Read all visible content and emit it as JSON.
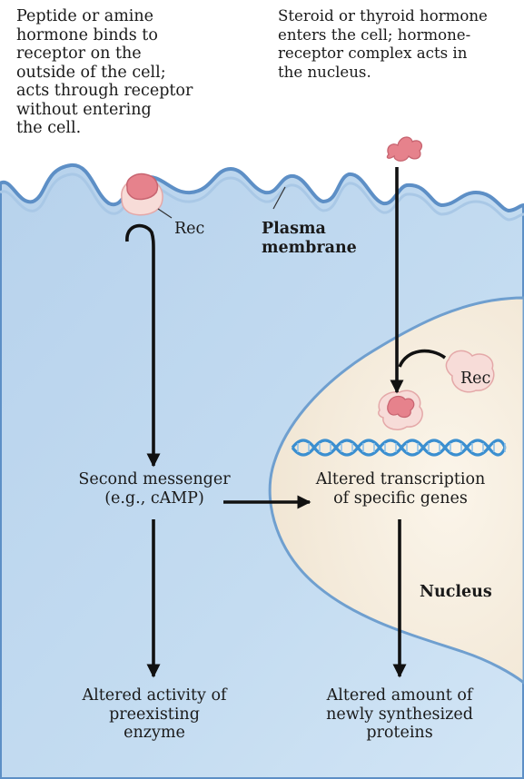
{
  "top_left_caption": [
    "Peptide or amine",
    "hormone binds to",
    "receptor on the",
    "outside of the cell;",
    "acts through receptor",
    "without entering",
    "the cell."
  ],
  "top_right_caption": [
    "Steroid or thyroid hormone",
    "enters the cell; hormone-",
    "receptor complex acts in",
    "the nucleus."
  ],
  "receptor_label_left": "Rec",
  "receptor_label_right": "Rec",
  "plasma_membrane_label": [
    "Plasma",
    "membrane"
  ],
  "nucleus_label": "Nucleus",
  "second_messenger": [
    "Second messenger",
    "(e.g., cAMP)"
  ],
  "altered_transcription": [
    "Altered transcription",
    "of specific genes"
  ],
  "altered_activity": [
    "Altered activity of",
    "preexisting",
    "enzyme"
  ],
  "altered_amount": [
    "Altered amount of",
    "newly synthesized",
    "proteins"
  ],
  "colors": {
    "cytoplasm": "#bcd6ee",
    "membrane_outline": "#5d8fc6",
    "nucleus": "#f7efe1",
    "dna": "#3b8fd0",
    "hormone": "#e6828c",
    "arrow": "#111111"
  }
}
